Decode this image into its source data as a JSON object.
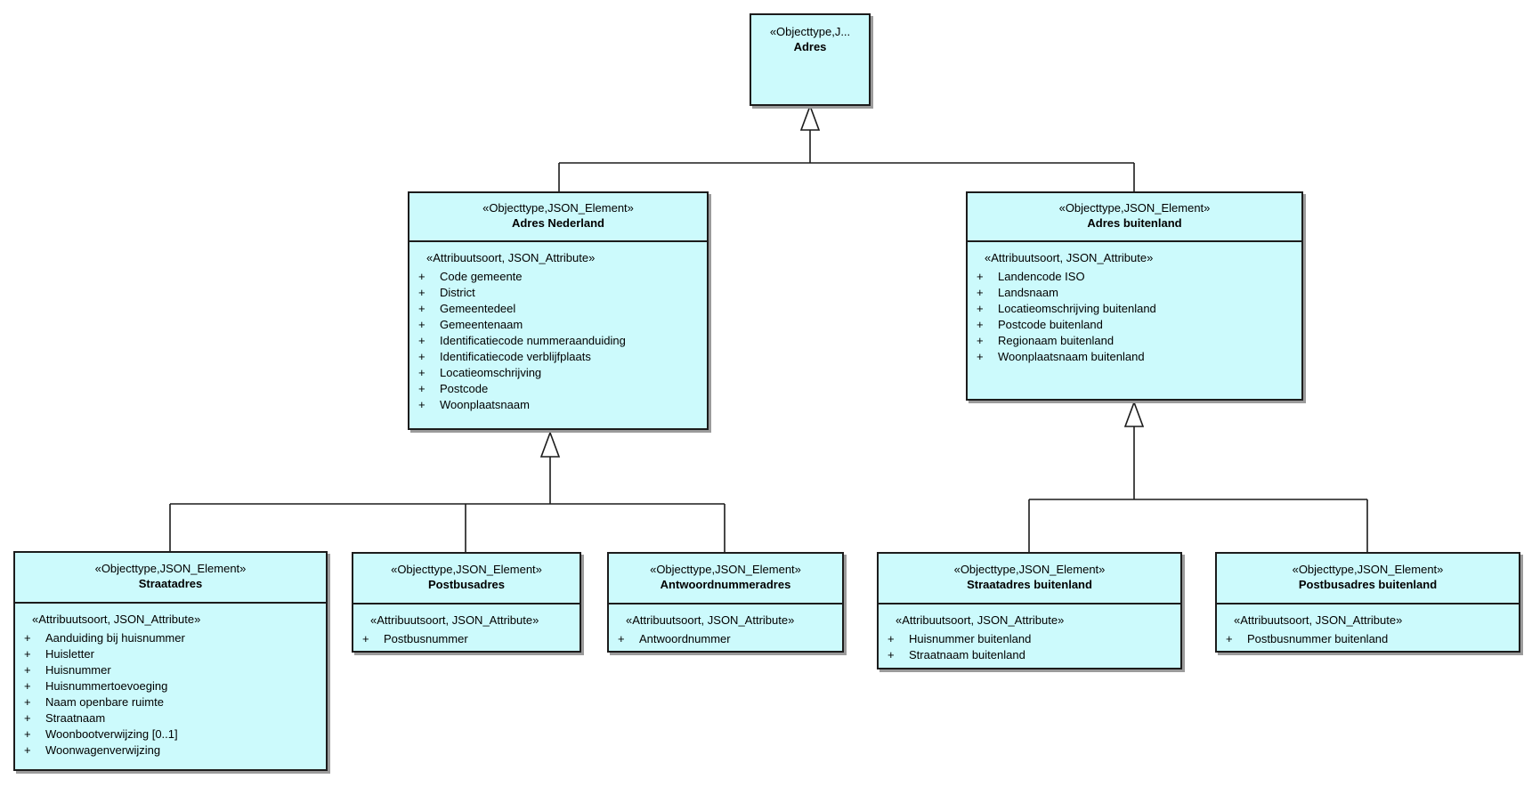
{
  "visibility_symbol": "+",
  "colors": {
    "class_fill": "#ccfafc",
    "class_border": "#1c1c1c",
    "class_shadow": "#9b9b9b",
    "background": "#ffffff",
    "text": "#000000"
  },
  "classes": {
    "adres": {
      "stereotype": "«Objecttype,J...",
      "name": "Adres",
      "attr_stereotype": "",
      "attributes": []
    },
    "adres_nederland": {
      "stereotype": "«Objecttype,JSON_Element»",
      "name": "Adres Nederland",
      "attr_stereotype": "«Attribuutsoort, JSON_Attribute»",
      "attributes": [
        "Code gemeente",
        "District",
        "Gemeentedeel",
        "Gemeentenaam",
        "Identificatiecode nummeraanduiding",
        "Identificatiecode verblijfplaats",
        "Locatieomschrijving",
        "Postcode",
        "Woonplaatsnaam"
      ]
    },
    "adres_buitenland": {
      "stereotype": "«Objecttype,JSON_Element»",
      "name": "Adres buitenland",
      "attr_stereotype": "«Attribuutsoort, JSON_Attribute»",
      "attributes": [
        "Landencode ISO",
        "Landsnaam",
        "Locatieomschrijving buitenland",
        "Postcode buitenland",
        "Regionaam buitenland",
        "Woonplaatsnaam buitenland"
      ]
    },
    "straatadres": {
      "stereotype": "«Objecttype,JSON_Element»",
      "name": "Straatadres",
      "attr_stereotype": "«Attribuutsoort, JSON_Attribute»",
      "attributes": [
        "Aanduiding bij huisnummer",
        "Huisletter",
        "Huisnummer",
        "Huisnummertoevoeging",
        "Naam openbare ruimte",
        "Straatnaam",
        "Woonbootverwijzing [0..1]",
        "Woonwagenverwijzing"
      ]
    },
    "postbusadres": {
      "stereotype": "«Objecttype,JSON_Element»",
      "name": "Postbusadres",
      "attr_stereotype": "«Attribuutsoort, JSON_Attribute»",
      "attributes": [
        "Postbusnummer"
      ]
    },
    "antwoordnummeradres": {
      "stereotype": "«Objecttype,JSON_Element»",
      "name": "Antwoordnummeradres",
      "attr_stereotype": "«Attribuutsoort, JSON_Attribute»",
      "attributes": [
        "Antwoordnummer"
      ]
    },
    "straatadres_buitenland": {
      "stereotype": "«Objecttype,JSON_Element»",
      "name": "Straatadres buitenland",
      "attr_stereotype": "«Attribuutsoort, JSON_Attribute»",
      "attributes": [
        "Huisnummer buitenland",
        "Straatnaam buitenland"
      ]
    },
    "postbusadres_buitenland": {
      "stereotype": "«Objecttype,JSON_Element»",
      "name": "Postbusadres buitenland",
      "attr_stereotype": "«Attribuutsoort, JSON_Attribute»",
      "attributes": [
        "Postbusnummer buitenland"
      ]
    }
  },
  "relationships": [
    {
      "child": "Adres Nederland",
      "parent": "Adres",
      "type": "generalization"
    },
    {
      "child": "Adres buitenland",
      "parent": "Adres",
      "type": "generalization"
    },
    {
      "child": "Straatadres",
      "parent": "Adres Nederland",
      "type": "generalization"
    },
    {
      "child": "Postbusadres",
      "parent": "Adres Nederland",
      "type": "generalization"
    },
    {
      "child": "Antwoordnummeradres",
      "parent": "Adres Nederland",
      "type": "generalization"
    },
    {
      "child": "Straatadres buitenland",
      "parent": "Adres buitenland",
      "type": "generalization"
    },
    {
      "child": "Postbusadres buitenland",
      "parent": "Adres buitenland",
      "type": "generalization"
    }
  ]
}
